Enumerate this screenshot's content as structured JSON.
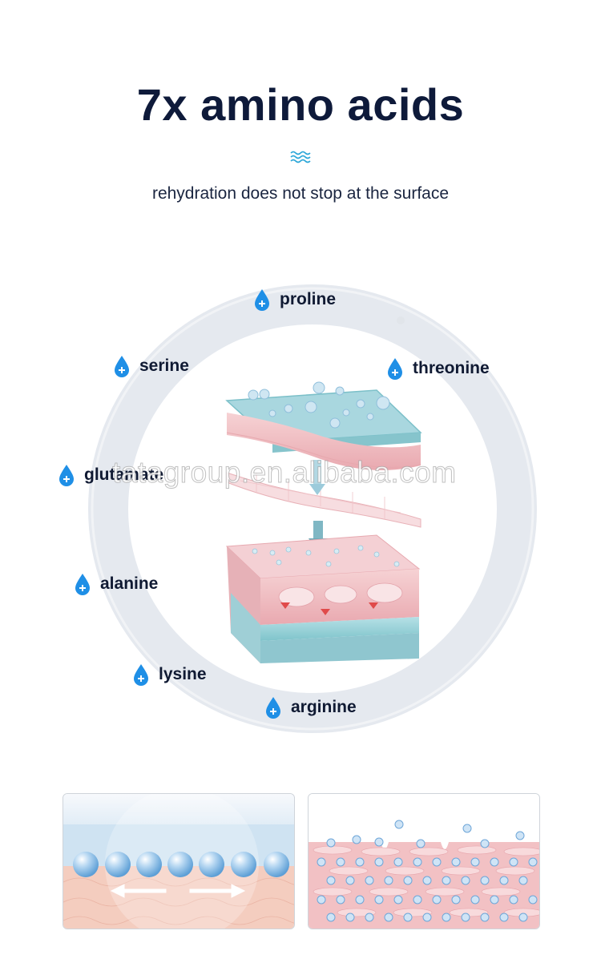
{
  "header": {
    "title": "7x amino acids",
    "subtitle": "rehydration does not stop at the surface",
    "wave_icon": "wave-icon"
  },
  "amino_acids": [
    {
      "name": "proline"
    },
    {
      "name": "threonine"
    },
    {
      "name": "serine"
    },
    {
      "name": "glutamate"
    },
    {
      "name": "alanine"
    },
    {
      "name": "lysine"
    },
    {
      "name": "arginine"
    }
  ],
  "watermark": "tatagroup.en.alibaba.com",
  "colors": {
    "title": "#0e1a3a",
    "drop": "#1f8fe6",
    "skin_pink": "#f3c4c8",
    "aqua": "#9fd3d8",
    "sphere": "#7bb6e6"
  },
  "icons": {
    "drop": "water-drop-plus-icon"
  }
}
